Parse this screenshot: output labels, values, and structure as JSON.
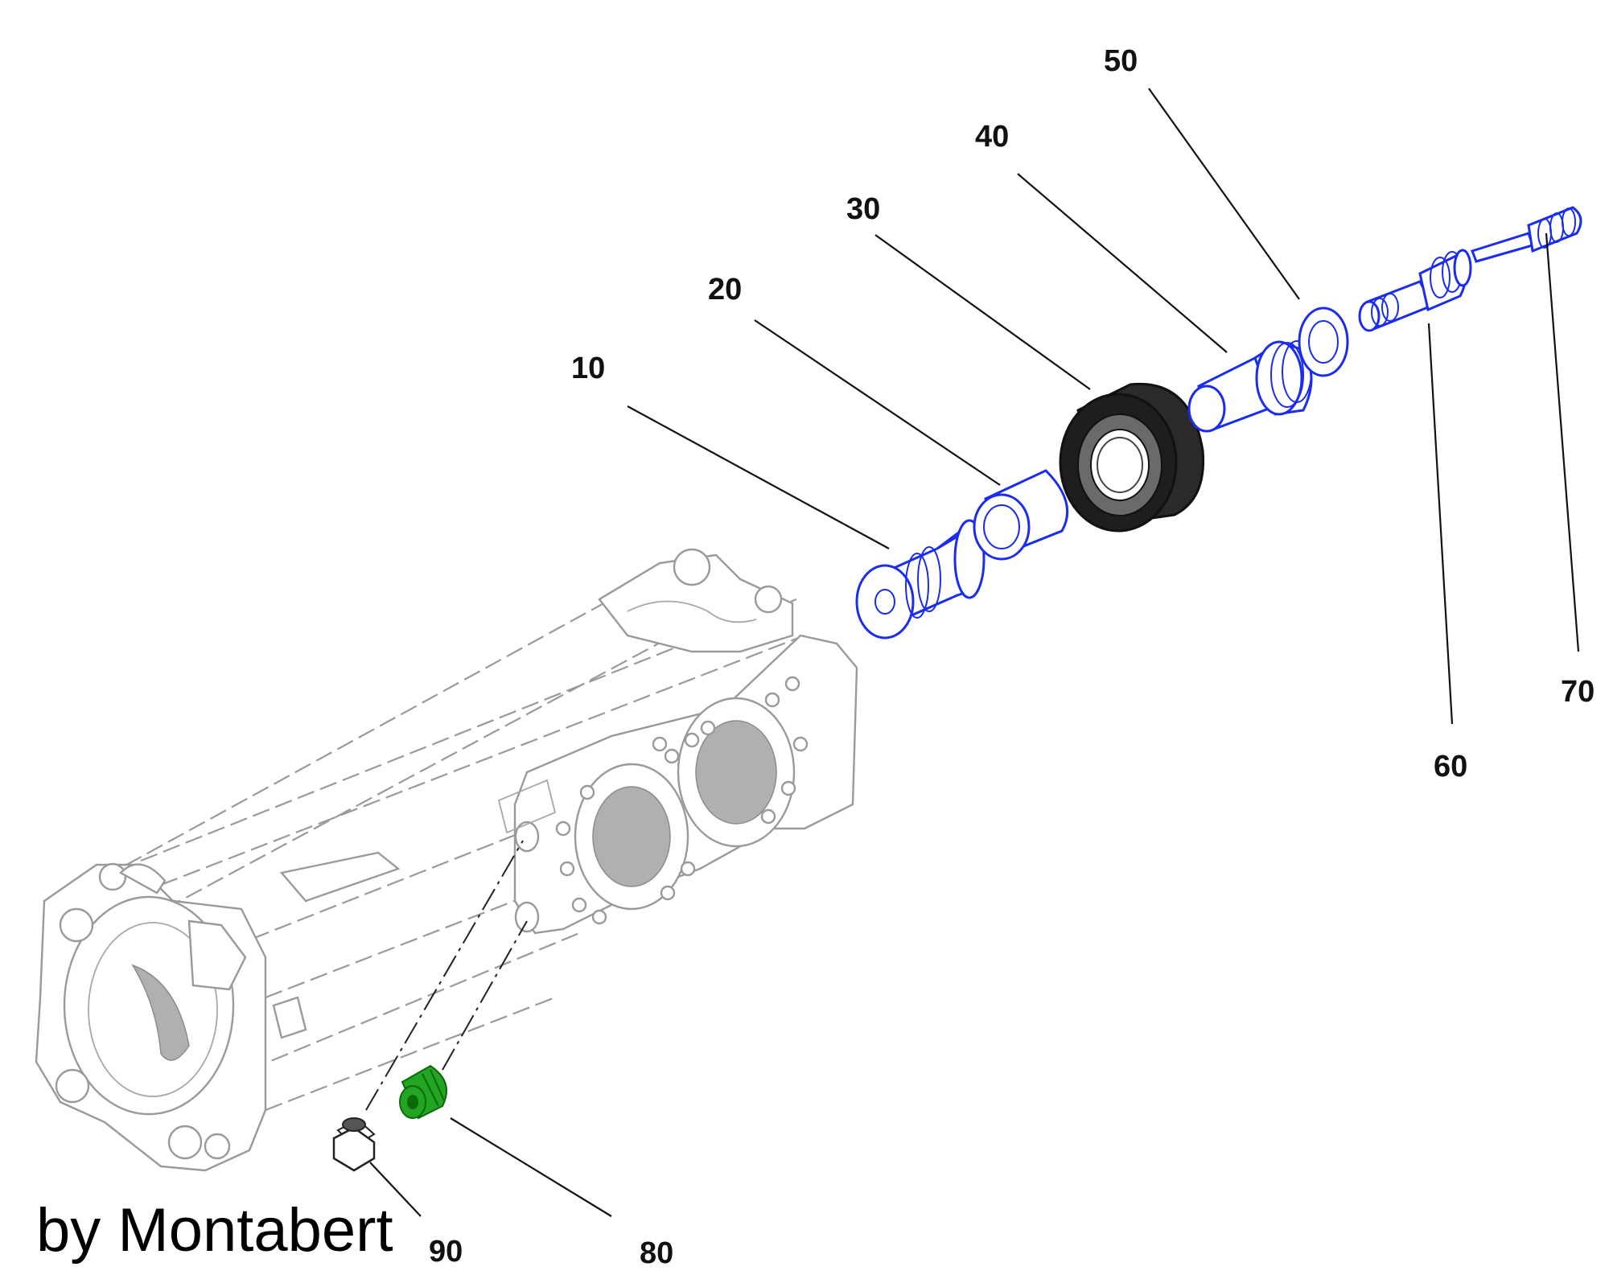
{
  "credit": "by Montabert",
  "colors": {
    "highlight_part": "#1a2cf0",
    "black_part": "#1e1e1e",
    "green_part": "#23a523",
    "housing": "#9a9a9a"
  },
  "callouts": [
    {
      "id": "10",
      "label": "10"
    },
    {
      "id": "20",
      "label": "20"
    },
    {
      "id": "30",
      "label": "30"
    },
    {
      "id": "40",
      "label": "40"
    },
    {
      "id": "50",
      "label": "50"
    },
    {
      "id": "60",
      "label": "60"
    },
    {
      "id": "70",
      "label": "70"
    },
    {
      "id": "80",
      "label": "80"
    },
    {
      "id": "90",
      "label": "90"
    }
  ]
}
